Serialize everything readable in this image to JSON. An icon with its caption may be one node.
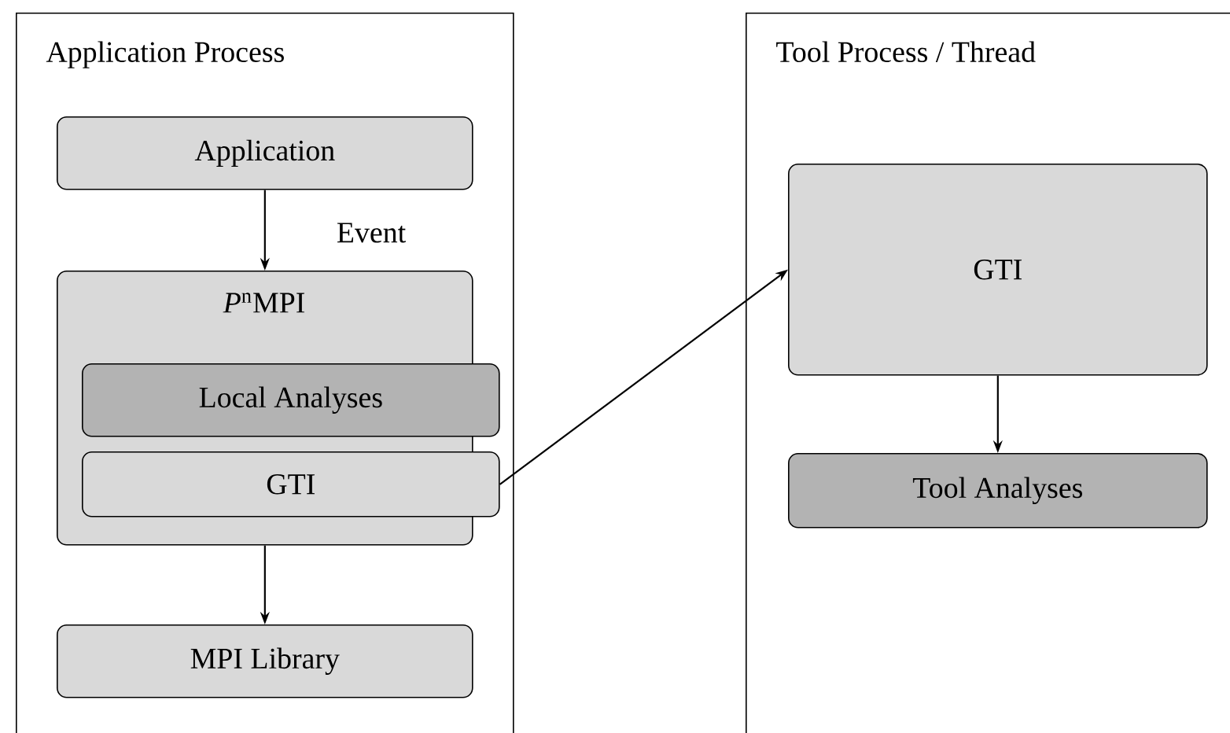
{
  "diagram": {
    "nodes": [
      {
        "text": [
          "Application Process"
        ]
      },
      {
        "text": [
          "Application"
        ],
        "in": 0
      },
      {
        "text": [
          "*P*$^{n}$MPI"
        ],
        "in": 0
      },
      {
        "text": [
          "Local Analyses"
        ],
        "in": 0
      },
      {
        "text": [
          "GTI"
        ],
        "in": 0
      },
      {
        "text": [
          "MPI Library"
        ],
        "in": 0
      },
      {
        "text": [
          "Tool Process / Thread"
        ]
      },
      {
        "text": [
          "GTI"
        ],
        "in": 6
      },
      {
        "text": [
          "Tool Analyses"
        ],
        "in": 6
      }
    ],
    "edges": [
      {
        "from": 1,
        "to": 2,
        "arrow": "to",
        "label": "Event"
      },
      {
        "from": 2,
        "to": 5,
        "arrow": "to"
      },
      {
        "from": 4,
        "to": 7,
        "arrow": "to"
      },
      {
        "from": 7,
        "to": 8,
        "arrow": "to"
      }
    ]
  }
}
